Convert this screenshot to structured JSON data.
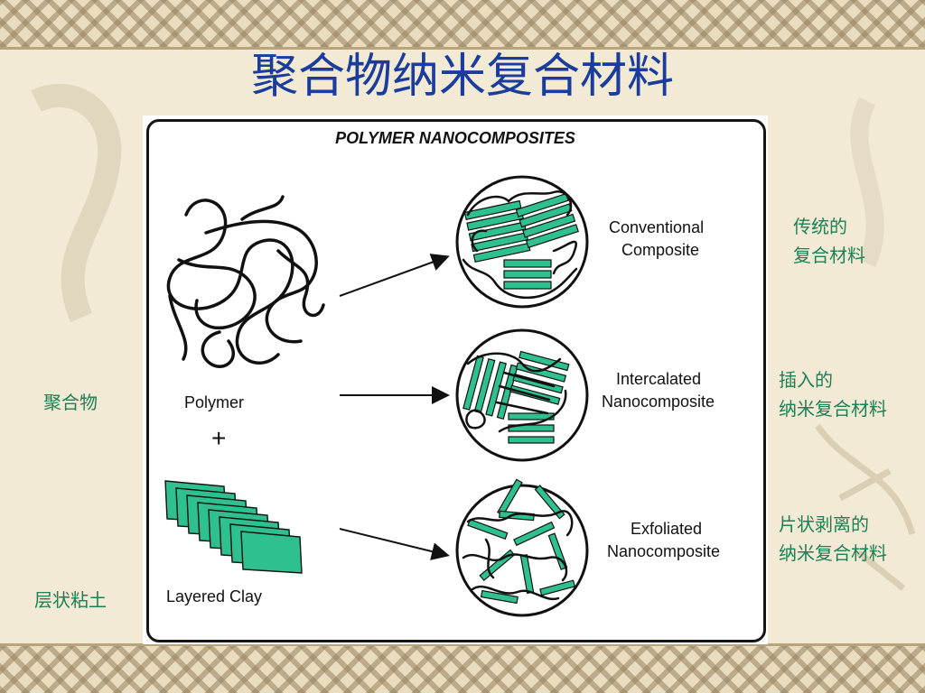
{
  "slide": {
    "title": "聚合物纳米复合材料"
  },
  "figure": {
    "title": "POLYMER NANOCOMPOSITES",
    "inputs": {
      "polymer": "Polymer",
      "plus": "+",
      "clay": "Layered Clay"
    },
    "outcomes": [
      {
        "line1": "Conventional",
        "line2": "Composite"
      },
      {
        "line1": "Intercalated",
        "line2": "Nanocomposite"
      },
      {
        "line1": "Exfoliated",
        "line2": "Nanocomposite"
      }
    ],
    "colors": {
      "clay": "#2fc08f",
      "ink": "#111111"
    }
  },
  "annotations": {
    "polymer_cn": "聚合物",
    "clay_cn": "层状粘土",
    "conventional_cn": [
      "传统的",
      "复合材料"
    ],
    "intercalated_cn": [
      "插入的",
      "纳米复合材料"
    ],
    "exfoliated_cn": [
      "片状剥离的",
      "纳米复合材料"
    ]
  }
}
